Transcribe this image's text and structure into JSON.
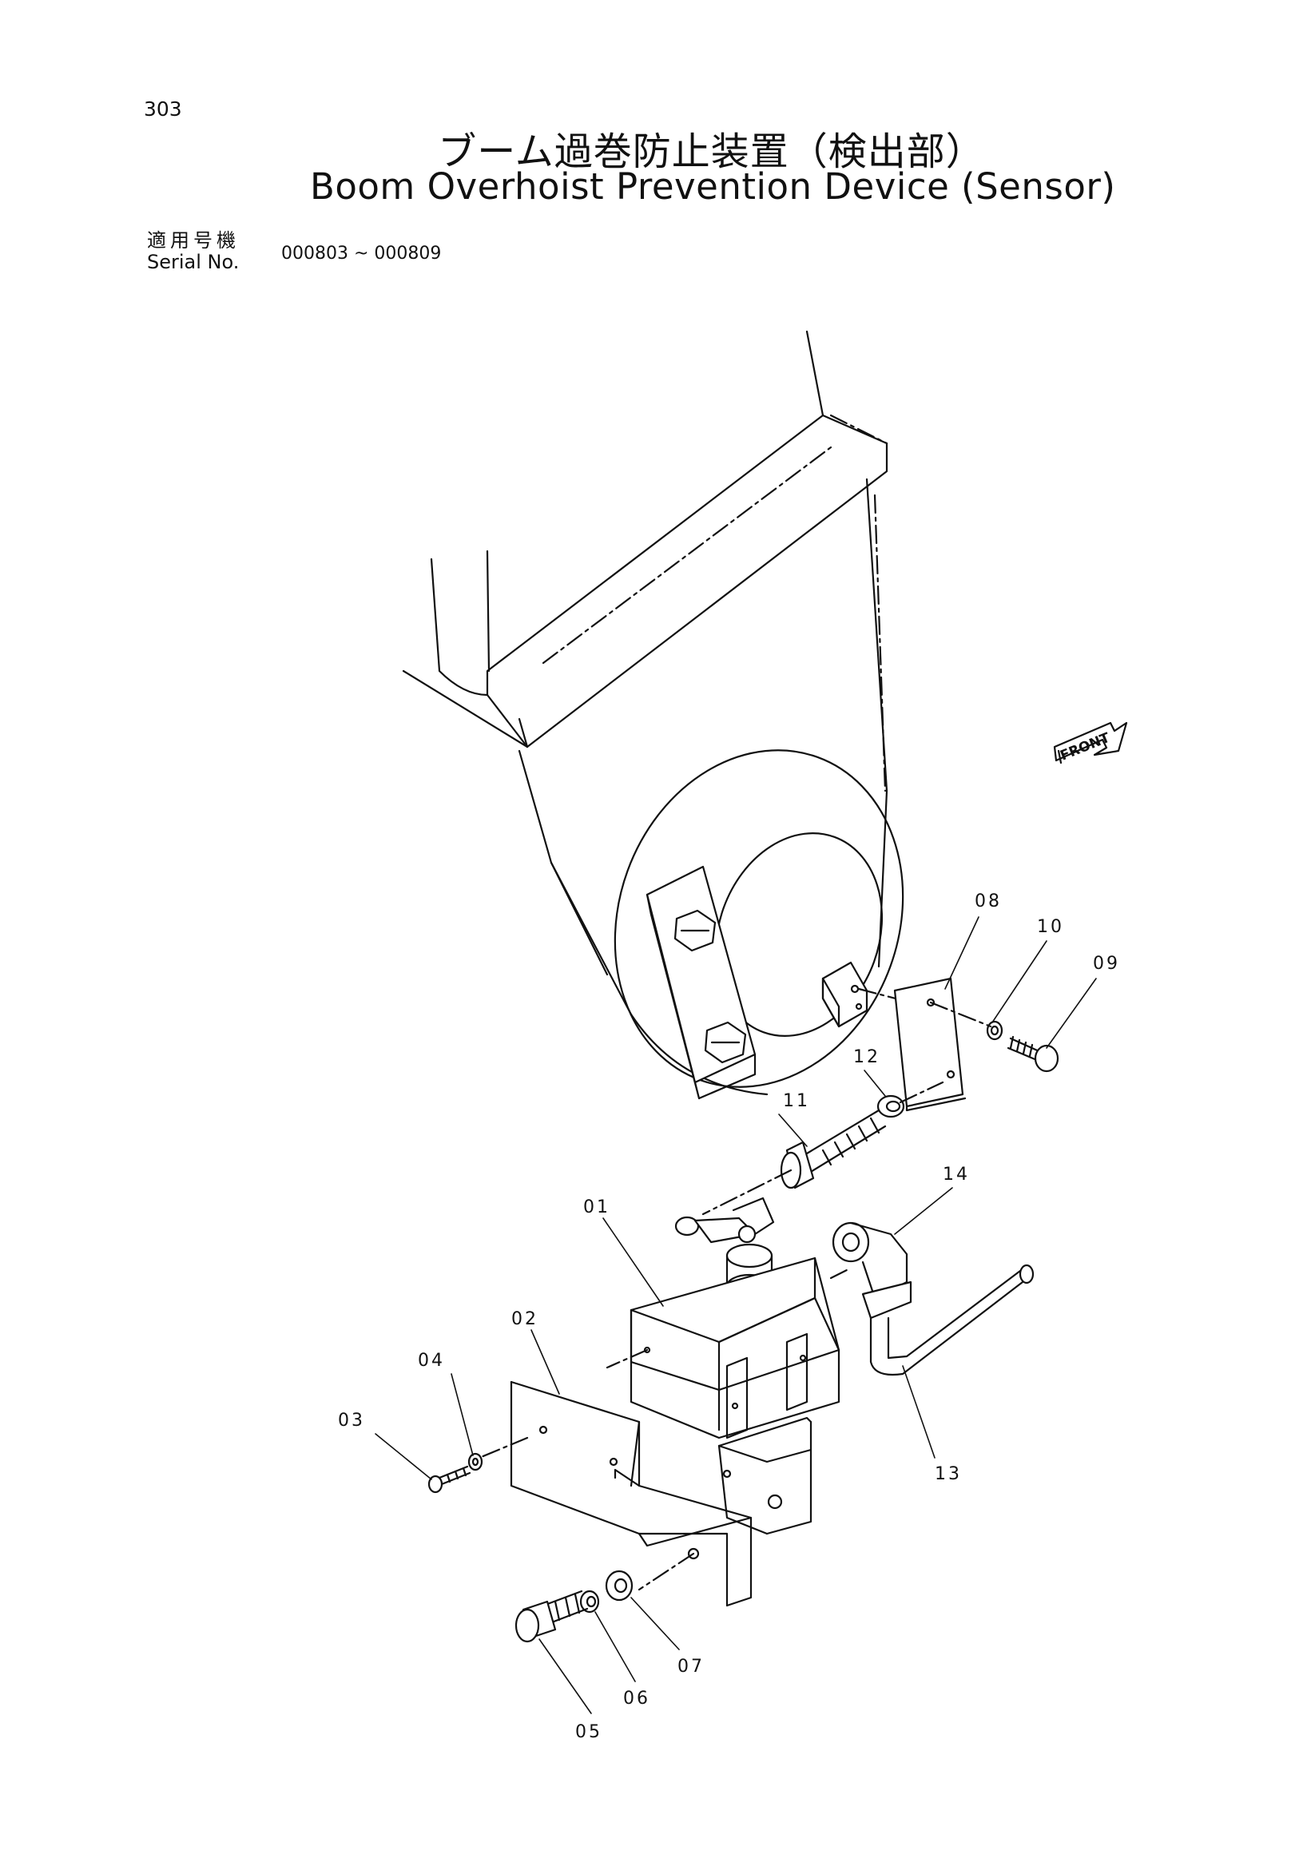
{
  "page": {
    "number": "303",
    "title_jp": "ブーム過巻防止装置（検出部）",
    "title_en": "Boom Overhoist Prevention Device (Sensor)"
  },
  "serial": {
    "label_jp": "適用号機",
    "label_en": "Serial No.",
    "range": "000803 ~ 000809"
  },
  "diagram": {
    "front_label": "FRONT",
    "callouts": [
      "01",
      "02",
      "03",
      "04",
      "05",
      "06",
      "07",
      "08",
      "09",
      "10",
      "11",
      "12",
      "13",
      "14"
    ]
  }
}
